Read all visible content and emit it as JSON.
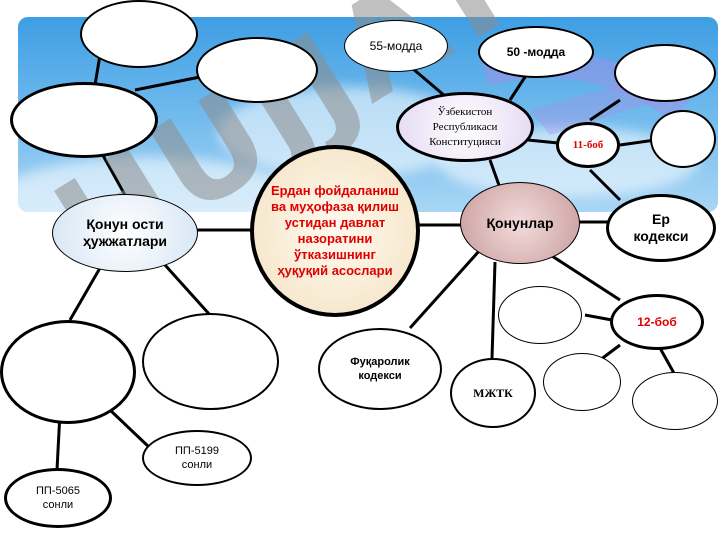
{
  "center": {
    "label": "Ердан фойдаланиш ва муҳофаза қилиш устидан давлат назоратини ўтказишнинг ҳуқуқий асослари"
  },
  "nodes": {
    "qonun_osti": "Қонун ости ҳужжатлари",
    "qonunlar": "Қонунлар",
    "konstitutsiya": "Ўзбекистон Республикаси Конституцияси",
    "modda55": "55-модда",
    "modda50": "50 -модда",
    "bob11": "11-боб",
    "yer_kodeksi": "Ер кодекси",
    "bob12": "12-боб",
    "fuqarolik": "Фуқаролик кодекси",
    "mjtk": "МЖТК",
    "pp5199": "ПП-5199 сонли",
    "pp5065": "ПП-5065 сонли",
    "top_left_small": "",
    "empty1": "",
    "empty2": "",
    "empty3": "",
    "empty4": "",
    "empty5": "",
    "empty6": "",
    "empty7": "",
    "empty8": "",
    "empty9": "",
    "empty10": ""
  },
  "watermark": {
    "text": "HUJJAT",
    "logo": "hujjat-watermark-logo"
  },
  "colors": {
    "sky_top": "#3e9ee3",
    "sky_bottom": "#a9d6f5",
    "red_text": "#e00000",
    "center_fill": "#f5e6c8",
    "qonunlar_fill": "#d7a9a9",
    "qonun_osti_fill": "#dce9f5",
    "konst_fill": "#e6dcf5"
  }
}
